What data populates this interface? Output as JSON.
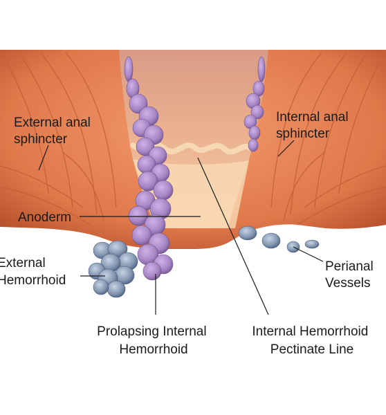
{
  "labels": {
    "external_sphincter": [
      "External anal",
      "sphincter"
    ],
    "internal_sphincter": [
      "Internal anal",
      "sphincter"
    ],
    "anoderm": "Anoderm",
    "external_hemorrhoid": [
      "External",
      "Hemorrhoid"
    ],
    "perianal_vessels": [
      "Perianal",
      "Vessels"
    ],
    "prolapsing_internal": [
      "Prolapsing Internal",
      "Hemorrhoid"
    ],
    "internal_pectinate": [
      "Internal Hemorrhoid",
      "Pectinate Line"
    ]
  },
  "colors": {
    "muscle": "#e0784a",
    "muscle_dark": "#b4502c",
    "muscle_light": "#f29a6c",
    "canal": "#f6c39a",
    "mucosa": "#d99b86",
    "hemorrhoid_internal": "#a785c4",
    "hemorrhoid_external": "#7f94ad",
    "vessel": "#6b7fa0"
  }
}
